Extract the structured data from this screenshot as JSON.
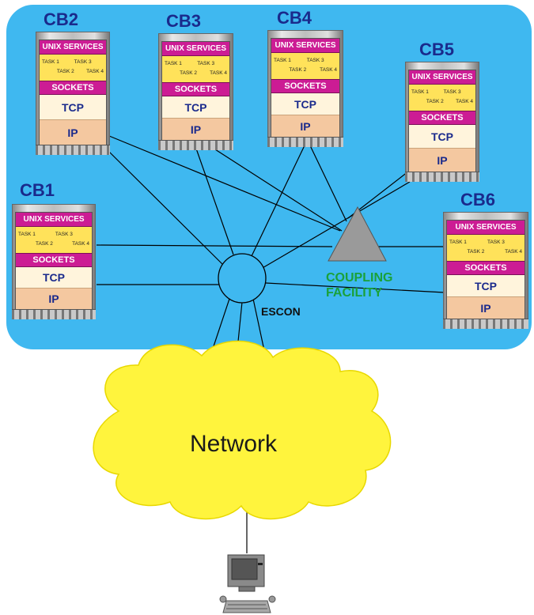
{
  "diagram": {
    "servers": [
      {
        "id": "CB1",
        "label": "CB1"
      },
      {
        "id": "CB2",
        "label": "CB2"
      },
      {
        "id": "CB3",
        "label": "CB3"
      },
      {
        "id": "CB4",
        "label": "CB4"
      },
      {
        "id": "CB5",
        "label": "CB5"
      },
      {
        "id": "CB6",
        "label": "CB6"
      }
    ],
    "stack": {
      "unix": "UNIX SERVICES",
      "task1": "TASK 1",
      "task2": "TASK 2",
      "task3": "TASK 3",
      "task4": "TASK 4",
      "sockets": "SOCKETS",
      "tcp": "TCP",
      "ip": "IP"
    },
    "coupling_facility": "COUPLING\nFACILITY",
    "coupling_line1": "COUPLING",
    "coupling_line2": "FACILITY",
    "escon": "ESCON",
    "network": "Network"
  }
}
